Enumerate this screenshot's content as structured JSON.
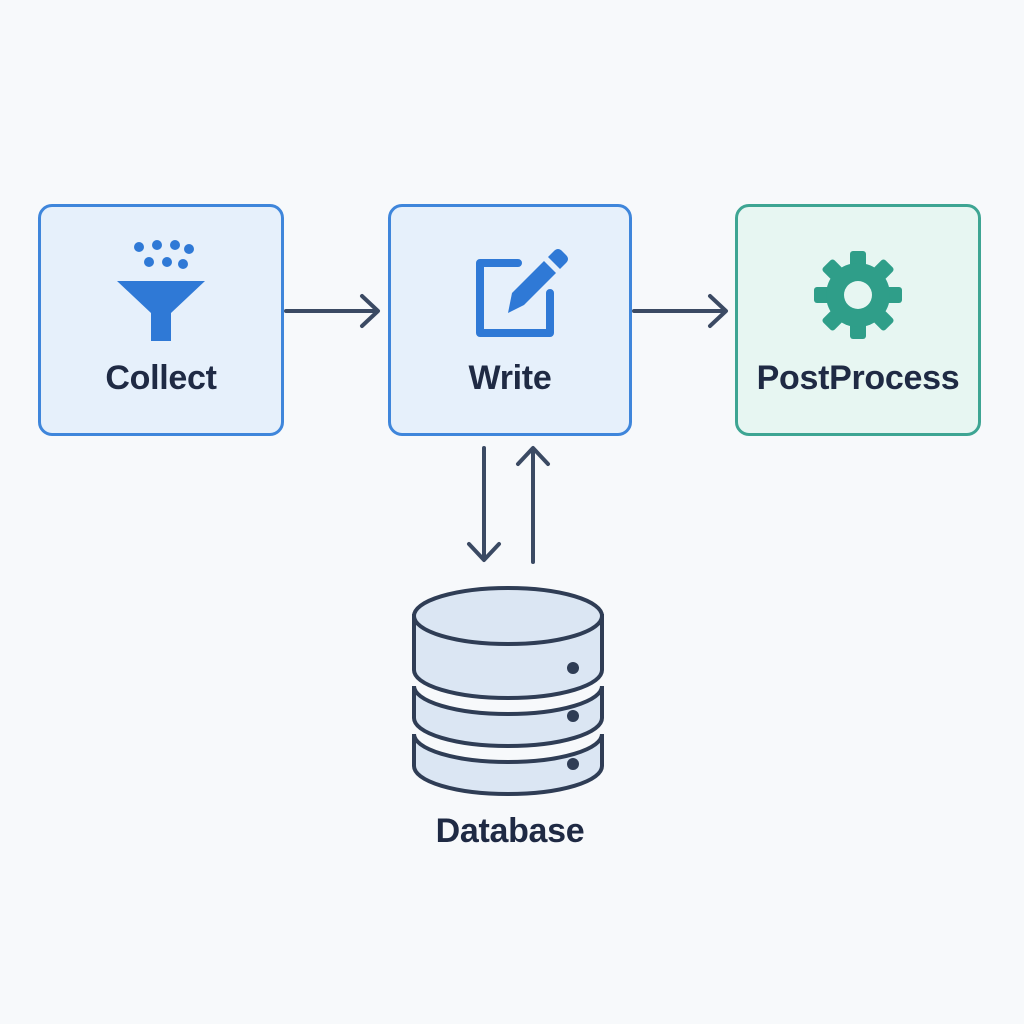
{
  "nodes": {
    "collect": {
      "label": "Collect",
      "icon": "funnel-icon"
    },
    "write": {
      "label": "Write",
      "icon": "edit-icon"
    },
    "postprocess": {
      "label": "PostProcess",
      "icon": "gear-icon"
    },
    "database": {
      "label": "Database",
      "icon": "database-icon"
    }
  },
  "edges": [
    {
      "from": "collect",
      "to": "write"
    },
    {
      "from": "write",
      "to": "postprocess"
    },
    {
      "from": "write",
      "to": "database"
    },
    {
      "from": "database",
      "to": "write"
    }
  ],
  "colors": {
    "background": "#f7f9fb",
    "blue_border": "#3f86db",
    "blue_fill": "#e6f0fb",
    "blue_icon": "#2f79d6",
    "teal_border": "#3ea593",
    "teal_fill": "#e7f6f2",
    "teal_icon": "#2f9e89",
    "text": "#1f2a44",
    "arrow": "#3b4a63",
    "db_fill": "#dbe6f3",
    "db_stroke": "#2f3d55"
  }
}
